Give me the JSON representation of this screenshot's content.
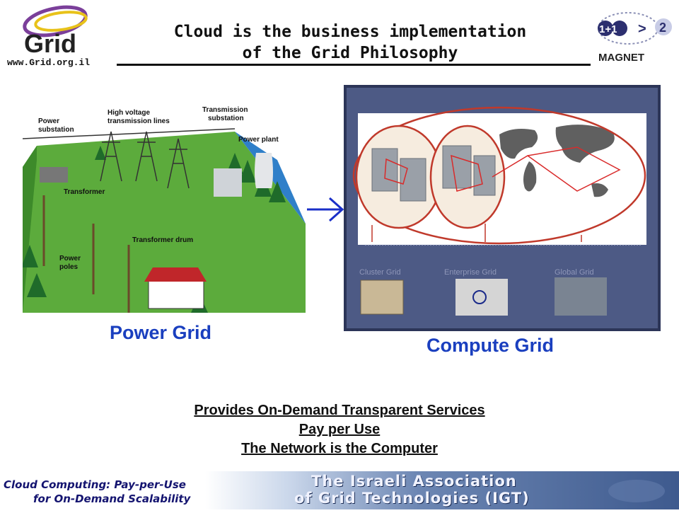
{
  "header": {
    "title_line1": "Cloud is the business implementation",
    "title_line2": "of the Grid Philosophy",
    "url": "www.Grid.org.il"
  },
  "logos": {
    "grid_logo_text": "Grid",
    "magnet_logo_text": "MAGNET",
    "magnet_symbols": [
      "1+1",
      ">",
      "2"
    ]
  },
  "power_grid": {
    "caption": "Power Grid",
    "labels": {
      "power_substation": [
        "Power",
        "substation"
      ],
      "high_voltage": [
        "High voltage",
        "transmission lines"
      ],
      "transmission_substation": [
        "Transmission",
        "substation"
      ],
      "power_plant": "Power plant",
      "transformer": "Transformer",
      "transformer_drum": "Transformer drum",
      "power_poles": [
        "Power",
        "poles"
      ]
    }
  },
  "compute_grid": {
    "caption": "Compute Grid",
    "labels": {
      "cluster": "Cluster Grid",
      "enterprise": "Enterprise Grid",
      "global": "Global Grid"
    }
  },
  "services": {
    "line1": "Provides On-Demand Transparent Services",
    "line2": "Pay per Use",
    "line3": "The Network is the Computer"
  },
  "footer": {
    "line1": "Cloud Computing: Pay-per-Use",
    "line2": "for On-Demand Scalability",
    "banner_line1": "The Israeli Association",
    "banner_line2": "of Grid Technologies (IGT)"
  },
  "colors": {
    "caption_blue": "#1a3fbf",
    "compute_frame": "#3a4a7a",
    "ellipse_red": "#c0392b",
    "grass": "#5cab3c",
    "arrow_blue": "#1a2fc8"
  }
}
